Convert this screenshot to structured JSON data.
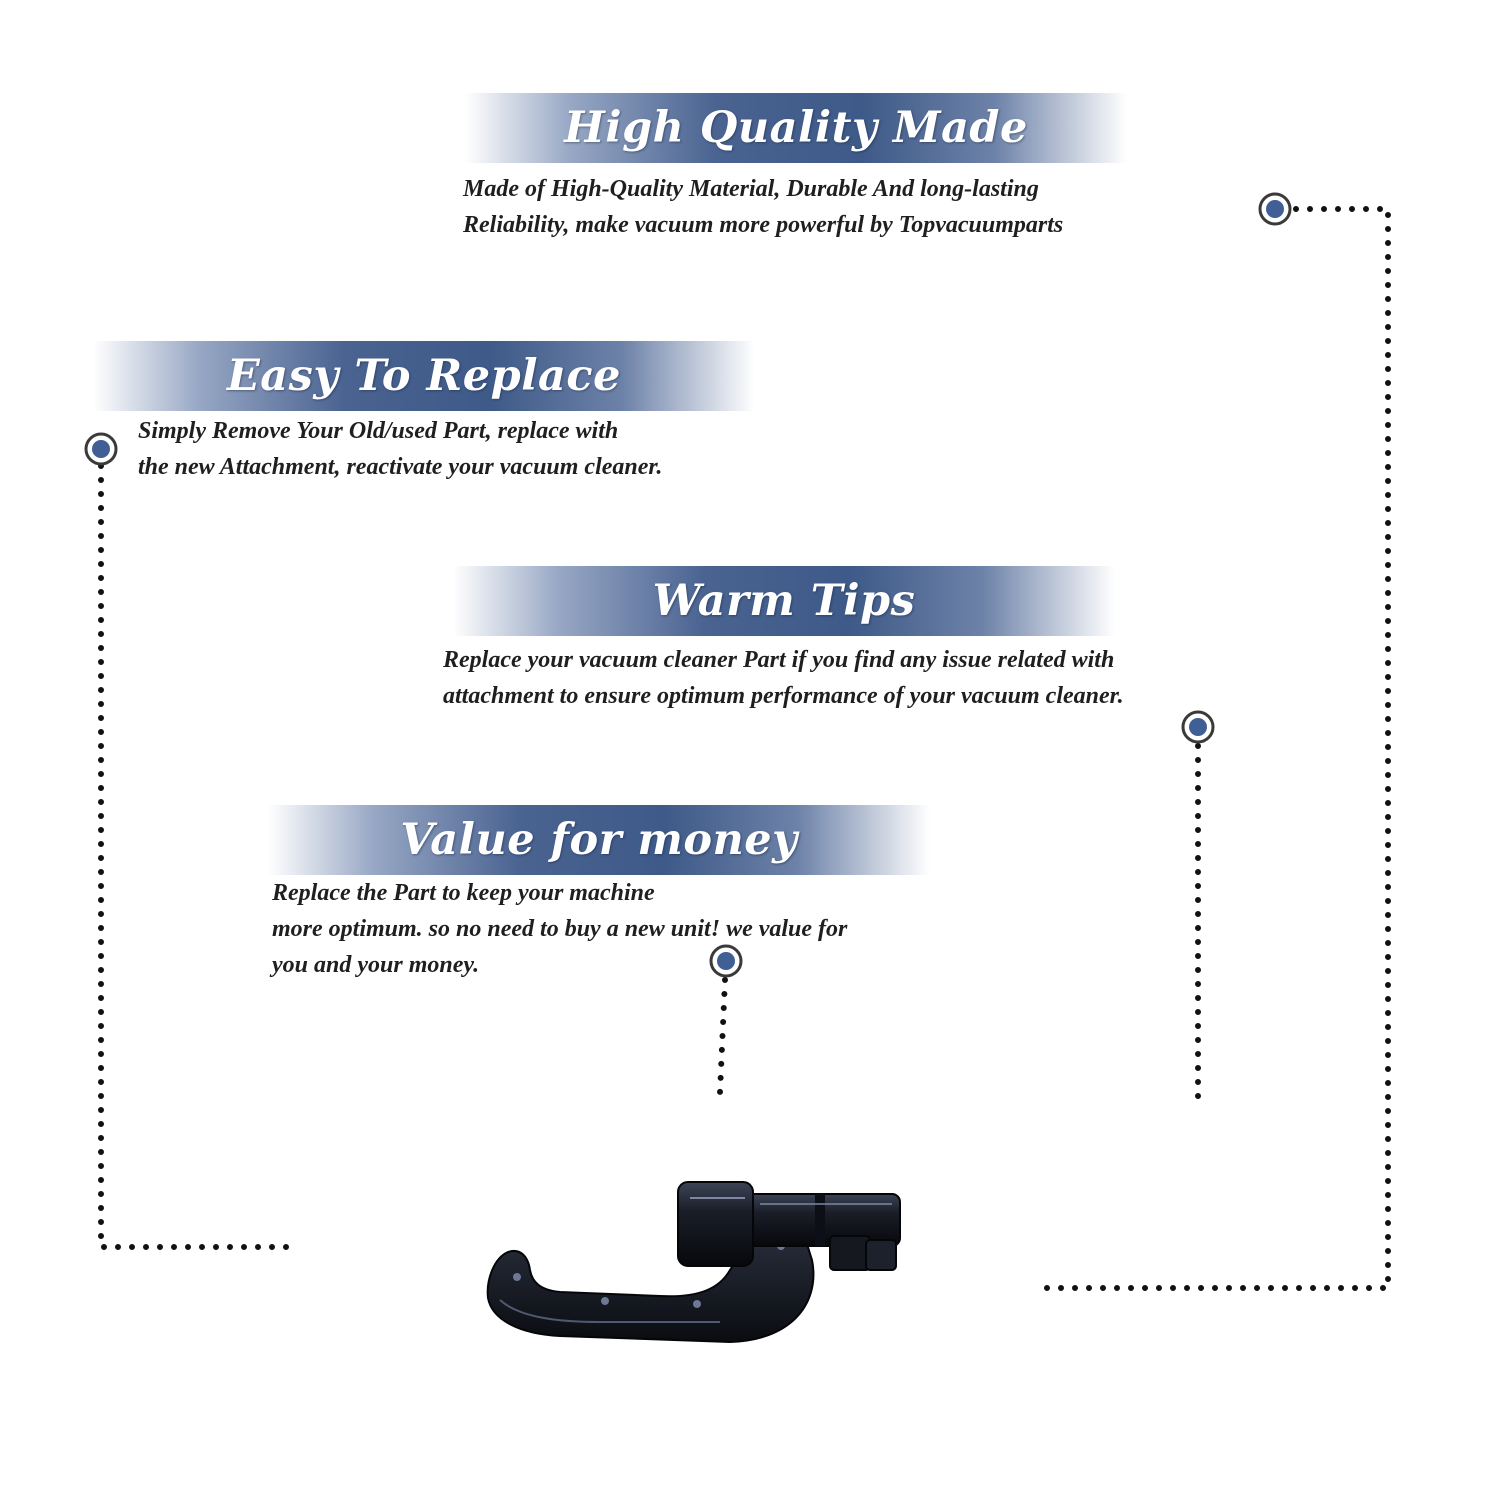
{
  "sections": [
    {
      "title": "High Quality Made",
      "lines": [
        "Made of  High-Quality Material, Durable And long-lasting",
        "Reliability, make vacuum more powerful by Topvacuumparts"
      ]
    },
    {
      "title": "Easy To Replace",
      "lines": [
        "Simply Remove Your Old/used Part, replace with",
        "the new Attachment, reactivate your vacuum cleaner."
      ]
    },
    {
      "title": "Warm Tips",
      "lines": [
        "Replace your vacuum cleaner Part if you find any issue related with",
        " attachment to ensure optimum performance of your vacuum cleaner."
      ]
    },
    {
      "title": "Value for money",
      "lines": [
        "Replace the Part to keep your machine",
        "more optimum. so no need to buy a new unit! we value for",
        "you and your money."
      ]
    }
  ],
  "colors": {
    "banner_blue": "#3e5a88",
    "marker_blue": "#3f5f95",
    "text": "#1f1f1f",
    "dots": "#111111"
  },
  "icons": [
    "target-marker-icon",
    "vacuum-handle-attachment"
  ]
}
